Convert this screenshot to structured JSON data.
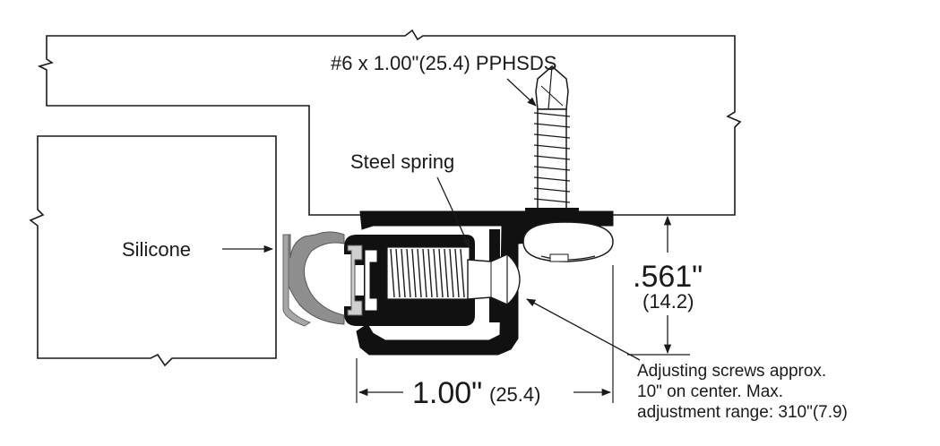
{
  "labels": {
    "screw": "#6 x 1.00\"(25.4) PPHSDS",
    "spring": "Steel spring",
    "silicone": "Silicone",
    "height_in": ".561\"",
    "height_mm": "(14.2)",
    "width_in": "1.00\"",
    "width_mm": "(25.4)",
    "adjust_line1": "Adjusting screws  approx.",
    "adjust_line2": "10\" on center.  Max.",
    "adjust_line3": "adjustment range: 310\"(7.9)"
  }
}
